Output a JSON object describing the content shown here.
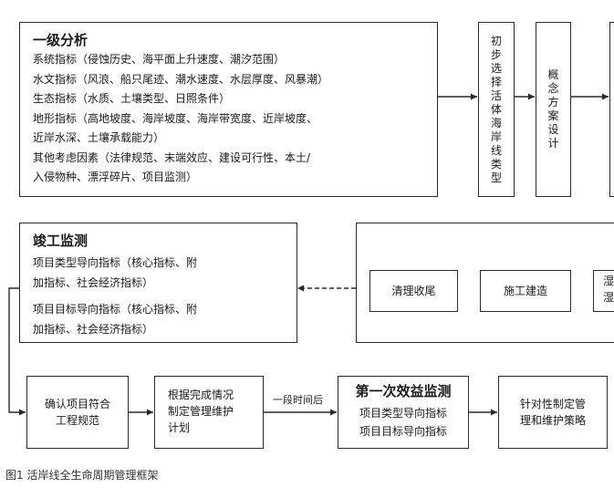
{
  "analysis": {
    "title": "一级分析",
    "lines": [
      "系统指标（侵蚀历史、海平面上升速度、潮汐范围）",
      "水文指标（风浪、船只尾迹、潮水速度、水层厚度、风暴潮）",
      "生态指标（水质、土壤类型、日照条件）",
      "地形指标（高地坡度、海岸坡度、海岸带宽度、近岸坡度、",
      "近岸水深、土壤承载能力）",
      "其他考虑因素（法律规范、末端效应、建设可行性、本土/",
      "入侵物种、漂浮碎片、项目监测）"
    ]
  },
  "selection": {
    "chars": [
      "初",
      "步",
      "选",
      "择",
      "活",
      "体",
      "海",
      "岸",
      "线",
      "类",
      "型"
    ]
  },
  "concept": {
    "chars": [
      "概",
      "念",
      "方",
      "案",
      "设",
      "计"
    ]
  },
  "completion": {
    "title": "竣工监测",
    "lines": [
      "项目类型导向指标（核心指标、附",
      "加指标、社会经济指标）",
      "项目目标导向指标（核心指标、附",
      "加指标、社会经济指标）"
    ]
  },
  "cleanup": {
    "label": "清理收尾"
  },
  "construction": {
    "label": "施工建造"
  },
  "cutoff": {
    "chars": [
      "湿",
      "湿"
    ]
  },
  "confirm": {
    "lines": [
      "确认项目符合",
      "工程规范"
    ]
  },
  "plan": {
    "lines": [
      "根据完成情况",
      "制定管理维护",
      "计划"
    ]
  },
  "interval": {
    "label": "一段时间后"
  },
  "benefit": {
    "title": "第一次效益监测",
    "lines": [
      "项目类型导向指标",
      "项目目标导向指标"
    ]
  },
  "strategy": {
    "lines": [
      "针对性制定管",
      "理和维护策略"
    ]
  },
  "caption": {
    "text": "图1  活岸线全生命周期管理框架"
  }
}
